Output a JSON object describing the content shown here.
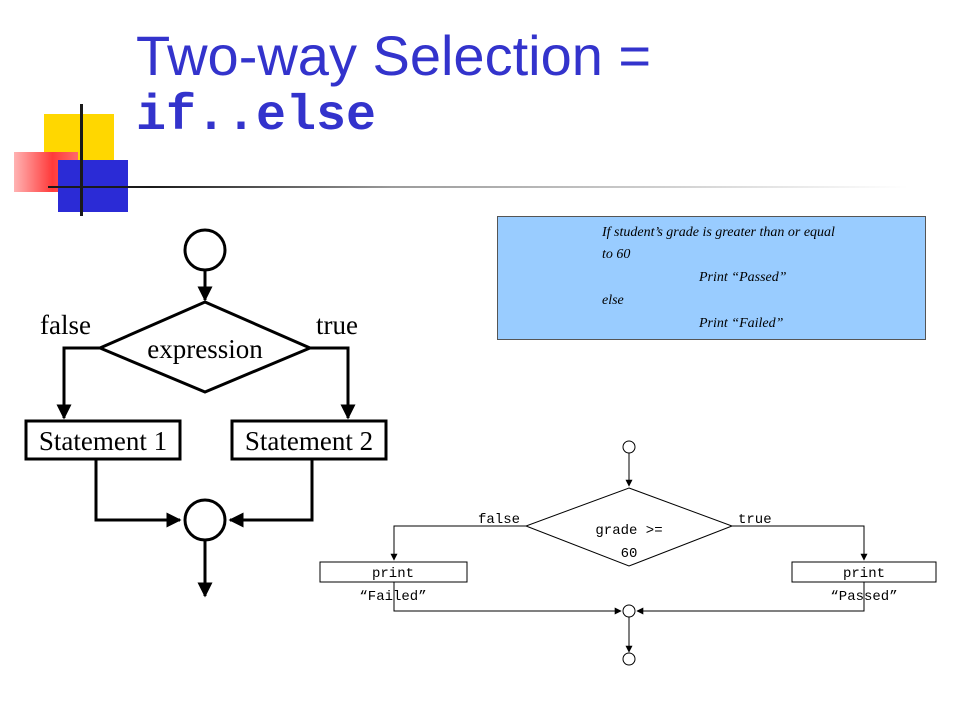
{
  "title": {
    "line1": "Two-way Selection = ",
    "line2": "if..else"
  },
  "pseudocode": {
    "line1": "If student’s grade is greater than or equal",
    "line2": "to 60",
    "line3": "Print “Passed”",
    "line4": "else",
    "line5": "Print “Failed”"
  },
  "general_flow": {
    "false_label": "false",
    "true_label": "true",
    "decision": "expression",
    "statement1": "Statement 1",
    "statement2": "Statement 2"
  },
  "example_flow": {
    "false_label": "false",
    "true_label": "true",
    "decision_line1": "grade >=",
    "decision_line2": "60",
    "left_box_line1": "print",
    "left_box_line2": "“Failed”",
    "right_box_line1": "print",
    "right_box_line2": "“Passed”"
  },
  "colors": {
    "title": "#3333cc",
    "pseudocode_background": "#99ccff",
    "accent_yellow": "#ffd700",
    "accent_red": "#ff3a3a",
    "accent_blue": "#2b2bd6"
  }
}
